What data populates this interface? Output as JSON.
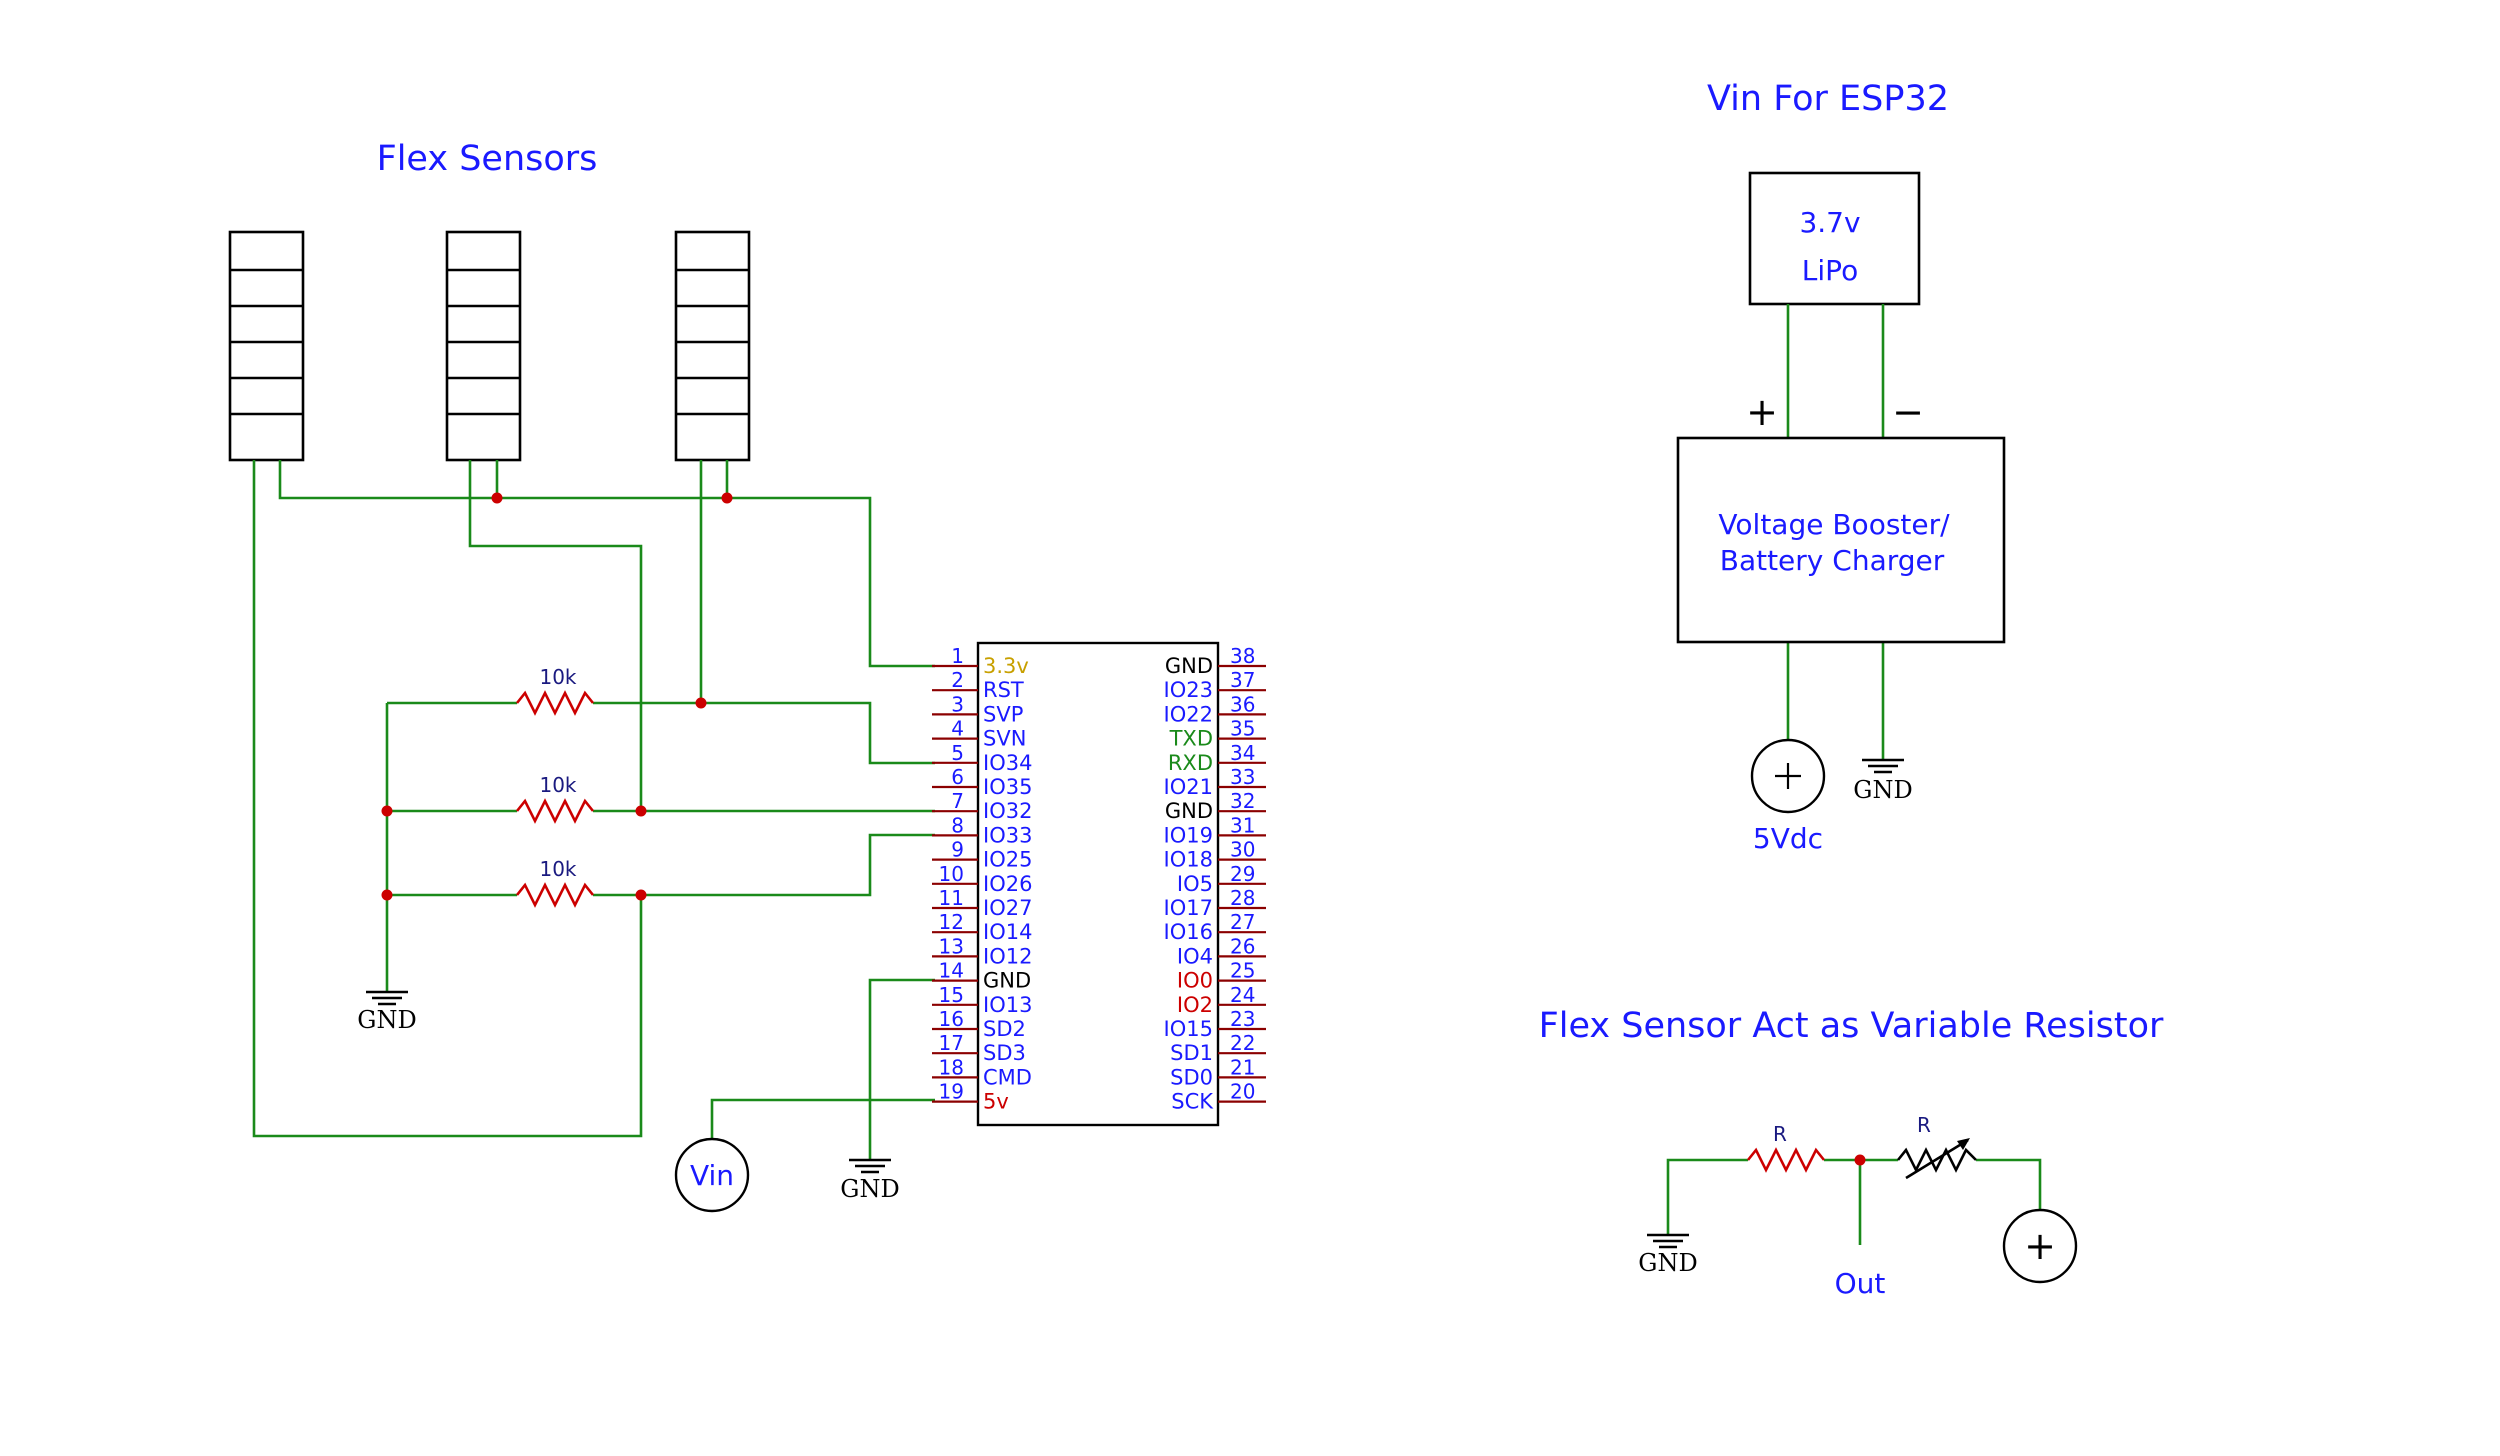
{
  "titles": {
    "flex_sensors": "Flex Sensors",
    "vin_for_esp32": "Vin For ESP32",
    "variable_resistor": "Flex Sensor Act as Variable Resistor"
  },
  "resistors": [
    "10k",
    "10k",
    "10k"
  ],
  "gnd_label": "GND",
  "vin_label": "Vin",
  "esp32": {
    "left_pins": [
      {
        "num": "1",
        "name": "3.3v",
        "color": "#c8a000"
      },
      {
        "num": "2",
        "name": "RST",
        "color": "#1a1aff"
      },
      {
        "num": "3",
        "name": "SVP",
        "color": "#1a1aff"
      },
      {
        "num": "4",
        "name": "SVN",
        "color": "#1a1aff"
      },
      {
        "num": "5",
        "name": "IO34",
        "color": "#1a1aff"
      },
      {
        "num": "6",
        "name": "IO35",
        "color": "#1a1aff"
      },
      {
        "num": "7",
        "name": "IO32",
        "color": "#1a1aff"
      },
      {
        "num": "8",
        "name": "IO33",
        "color": "#1a1aff"
      },
      {
        "num": "9",
        "name": "IO25",
        "color": "#1a1aff"
      },
      {
        "num": "10",
        "name": "IO26",
        "color": "#1a1aff"
      },
      {
        "num": "11",
        "name": "IO27",
        "color": "#1a1aff"
      },
      {
        "num": "12",
        "name": "IO14",
        "color": "#1a1aff"
      },
      {
        "num": "13",
        "name": "IO12",
        "color": "#1a1aff"
      },
      {
        "num": "14",
        "name": "GND",
        "color": "#000000"
      },
      {
        "num": "15",
        "name": "IO13",
        "color": "#1a1aff"
      },
      {
        "num": "16",
        "name": "SD2",
        "color": "#1a1aff"
      },
      {
        "num": "17",
        "name": "SD3",
        "color": "#1a1aff"
      },
      {
        "num": "18",
        "name": "CMD",
        "color": "#1a1aff"
      },
      {
        "num": "19",
        "name": "5v",
        "color": "#cc0000"
      }
    ],
    "right_pins": [
      {
        "num": "38",
        "name": "GND",
        "color": "#000000"
      },
      {
        "num": "37",
        "name": "IO23",
        "color": "#1a1aff"
      },
      {
        "num": "36",
        "name": "IO22",
        "color": "#1a1aff"
      },
      {
        "num": "35",
        "name": "TXD",
        "color": "#1a8a1a"
      },
      {
        "num": "34",
        "name": "RXD",
        "color": "#1a8a1a"
      },
      {
        "num": "33",
        "name": "IO21",
        "color": "#1a1aff"
      },
      {
        "num": "32",
        "name": "GND",
        "color": "#000000"
      },
      {
        "num": "31",
        "name": "IO19",
        "color": "#1a1aff"
      },
      {
        "num": "30",
        "name": "IO18",
        "color": "#1a1aff"
      },
      {
        "num": "29",
        "name": "IO5",
        "color": "#1a1aff"
      },
      {
        "num": "28",
        "name": "IO17",
        "color": "#1a1aff"
      },
      {
        "num": "27",
        "name": "IO16",
        "color": "#1a1aff"
      },
      {
        "num": "26",
        "name": "IO4",
        "color": "#1a1aff"
      },
      {
        "num": "25",
        "name": "IO0",
        "color": "#cc0000"
      },
      {
        "num": "24",
        "name": "IO2",
        "color": "#cc0000"
      },
      {
        "num": "23",
        "name": "IO15",
        "color": "#1a1aff"
      },
      {
        "num": "22",
        "name": "SD1",
        "color": "#1a1aff"
      },
      {
        "num": "21",
        "name": "SD0",
        "color": "#1a1aff"
      },
      {
        "num": "20",
        "name": "SCK",
        "color": "#1a1aff"
      }
    ]
  },
  "battery": {
    "line1": "3.7v",
    "line2": "LiPo"
  },
  "booster": {
    "line1": "Voltage Booster/",
    "line2": "Battery Charger"
  },
  "polarity": {
    "plus": "+",
    "minus": "−"
  },
  "supply_label": "5Vdc",
  "divider": {
    "fixed_resistor": "R",
    "variable_resistor": "R",
    "out_label": "Out"
  },
  "source_symbol": "+",
  "colors": {
    "wire": "#1a8a1a",
    "text": "#1a1aff",
    "resistor": "#cc0000",
    "junction": "#cc0000"
  }
}
